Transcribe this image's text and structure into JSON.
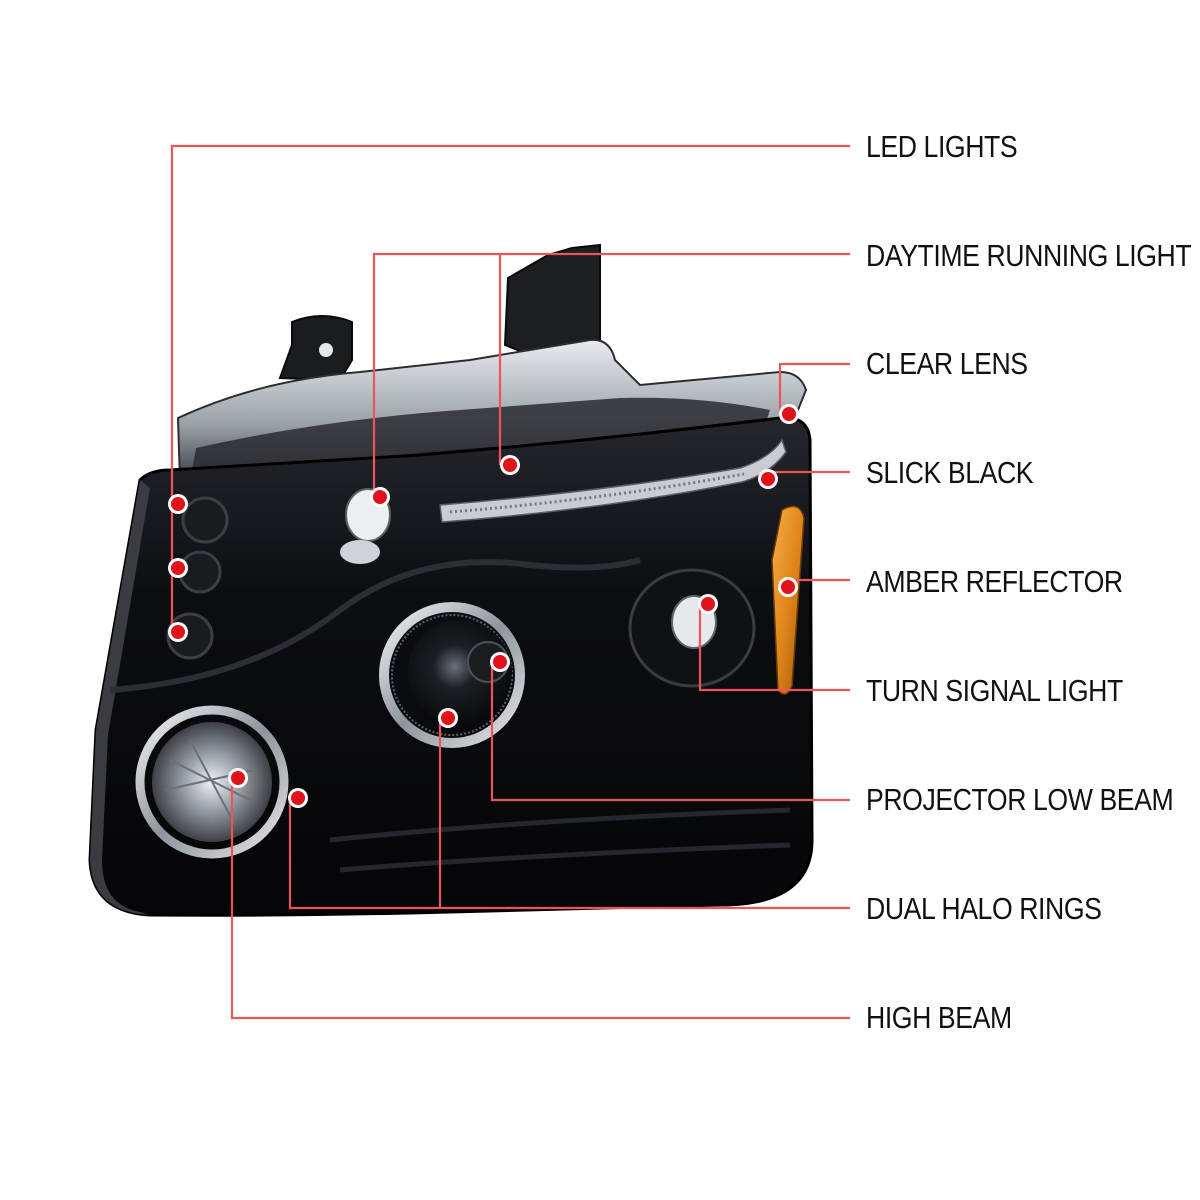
{
  "colors": {
    "leader_line": "#e8565c",
    "marker": "#e0121b",
    "label_text": "#111111",
    "housing": "#0b0b0e",
    "amber": "#e08a1a",
    "chrome": "#c9cdd2"
  },
  "callouts": [
    {
      "id": "led-lights",
      "label": "LED LIGHTS"
    },
    {
      "id": "daytime-running-light",
      "label": "DAYTIME RUNNING LIGHT"
    },
    {
      "id": "clear-lens",
      "label": "CLEAR LENS"
    },
    {
      "id": "slick-black",
      "label": "SLICK BLACK"
    },
    {
      "id": "amber-reflector",
      "label": "AMBER REFLECTOR"
    },
    {
      "id": "turn-signal-light",
      "label": "TURN SIGNAL LIGHT"
    },
    {
      "id": "projector-low-beam",
      "label": "PROJECTOR LOW BEAM"
    },
    {
      "id": "dual-halo-rings",
      "label": "DUAL HALO RINGS"
    },
    {
      "id": "high-beam",
      "label": "HIGH BEAM"
    }
  ],
  "product_image": {
    "description_icon": "headlight-assembly-icon"
  }
}
